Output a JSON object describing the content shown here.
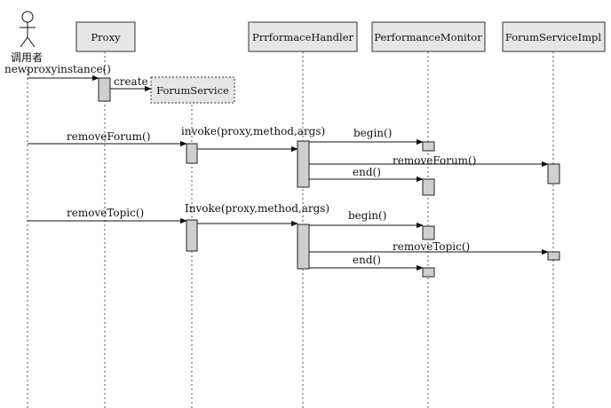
{
  "actor": {
    "label": "调用者"
  },
  "participants": {
    "proxy": "Proxy",
    "handler": "PrrformaceHandler",
    "monitor": "PerformanceMonitor",
    "impl": "ForumServiceImpl",
    "forum_service": "ForumService"
  },
  "messages": {
    "new_proxy": "newproxyinstance()",
    "create": "create",
    "remove_forum_call": "removeForum()",
    "invoke_1": "invoke(proxy,method,args)",
    "begin_1": "begin()",
    "remove_forum_impl": "removeForum()",
    "end_1": "end()",
    "remove_topic_call": "removeTopic()",
    "invoke_2": "Invoke(proxy,method,args)",
    "begin_2": "begin()",
    "remove_topic_impl": "removeTopic()",
    "end_2": "end()"
  }
}
